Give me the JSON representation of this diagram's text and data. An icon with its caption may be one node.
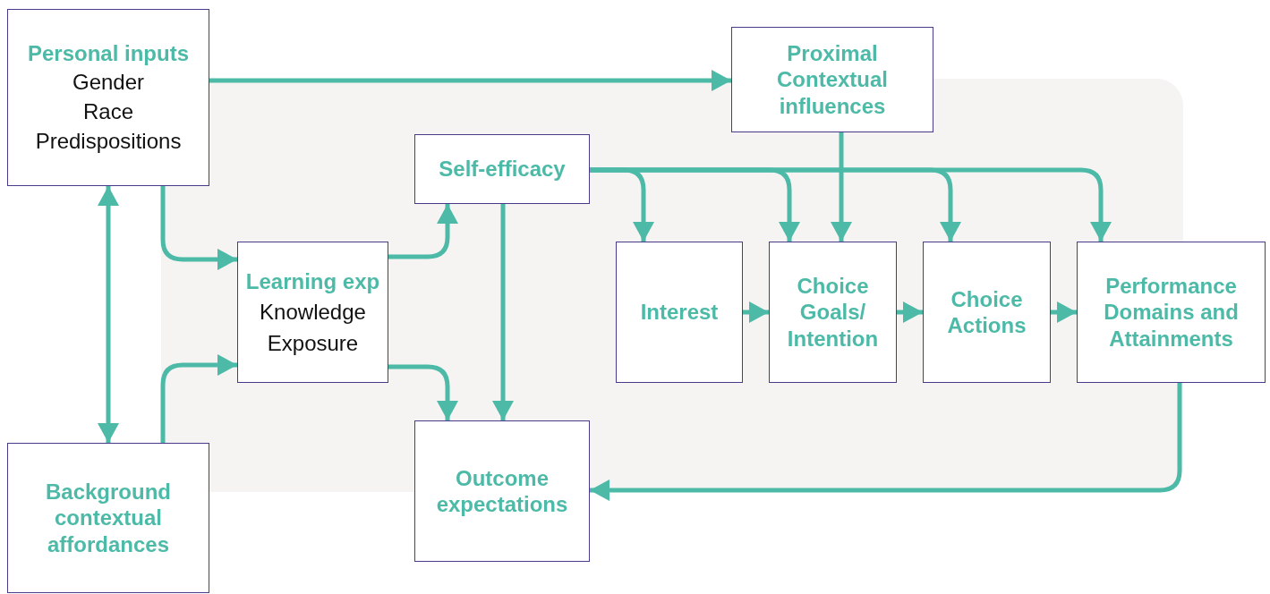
{
  "diagram": {
    "nodes": [
      {
        "text": [
          "Personal inputs",
          "Gender",
          "Race",
          "Predispositions"
        ]
      },
      {
        "text": [
          "Proximal Contextual influences"
        ]
      },
      {
        "text": [
          "Self-efficacy"
        ]
      },
      {
        "text": [
          "Learning exp",
          "Knowledge",
          "Exposure"
        ]
      },
      {
        "text": [
          "Interest"
        ]
      },
      {
        "text": [
          "Choice Goals/ Intention"
        ]
      },
      {
        "text": [
          "Choice Actions"
        ]
      },
      {
        "text": [
          "Performance Domains and Attainments"
        ]
      },
      {
        "text": [
          "Background contextual affordances"
        ]
      },
      {
        "text": [
          "Outcome expectations"
        ]
      }
    ],
    "edges": [
      {
        "from": 0,
        "to": 1,
        "arrow": "to"
      },
      {
        "from": 0,
        "to": 8,
        "arrow": "both"
      },
      {
        "from": 0,
        "to": 3,
        "arrow": "to"
      },
      {
        "from": 8,
        "to": 3,
        "arrow": "to"
      },
      {
        "from": 3,
        "to": 2,
        "arrow": "to"
      },
      {
        "from": 3,
        "to": 9,
        "arrow": "to"
      },
      {
        "from": 2,
        "to": 9,
        "arrow": "to"
      },
      {
        "from": 2,
        "to": 4,
        "arrow": "to"
      },
      {
        "from": 2,
        "to": 5,
        "arrow": "to"
      },
      {
        "from": 2,
        "to": 6,
        "arrow": "to"
      },
      {
        "from": 2,
        "to": 7,
        "arrow": "to"
      },
      {
        "from": 1,
        "to": 5,
        "arrow": "to"
      },
      {
        "from": 4,
        "to": 5,
        "arrow": "to"
      },
      {
        "from": 5,
        "to": 6,
        "arrow": "to"
      },
      {
        "from": 6,
        "to": 7,
        "arrow": "to"
      },
      {
        "from": 7,
        "to": 9,
        "arrow": "to"
      }
    ]
  }
}
